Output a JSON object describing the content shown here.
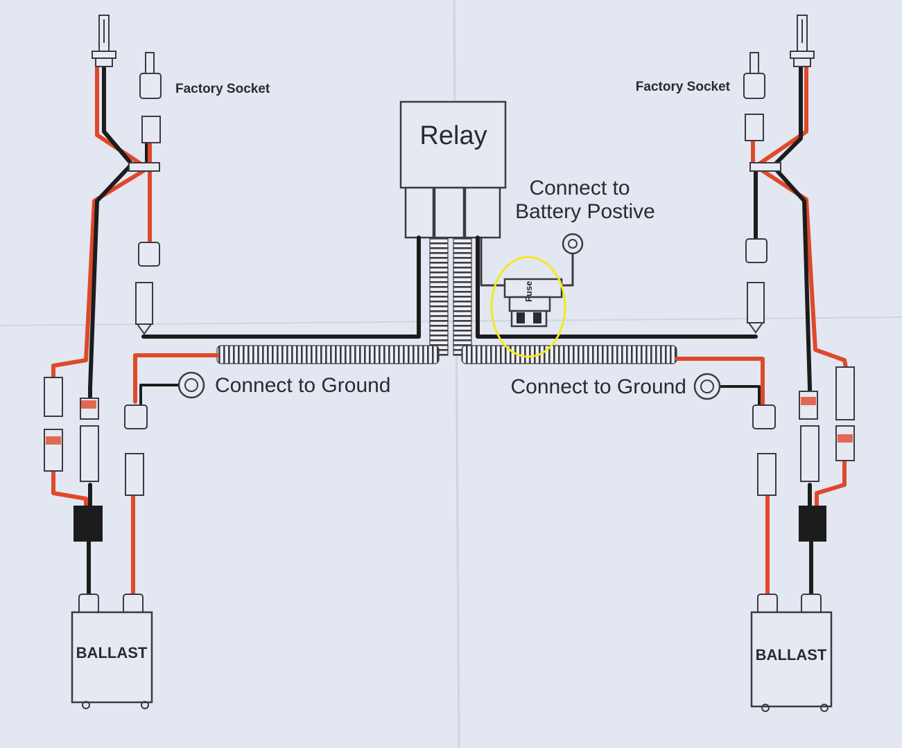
{
  "diagram": {
    "relay": {
      "label": "Relay"
    },
    "battery": {
      "line1": "Connect to",
      "line2": "Battery Postive"
    },
    "fuse": {
      "label": "Fuse"
    },
    "left": {
      "socket_label": "Factory Socket",
      "ground_label": "Connect to Ground",
      "ballast_label": "BALLAST"
    },
    "right": {
      "socket_label": "Factory Socket",
      "ground_label": "Connect to Ground",
      "ballast_label": "BALLAST"
    }
  },
  "colors": {
    "paper": "#e3e7f1",
    "wire_red": "#e0482a",
    "wire_black": "#1c1c1c",
    "outline": "#3a3a40",
    "highlight": "#f2ea1c"
  }
}
